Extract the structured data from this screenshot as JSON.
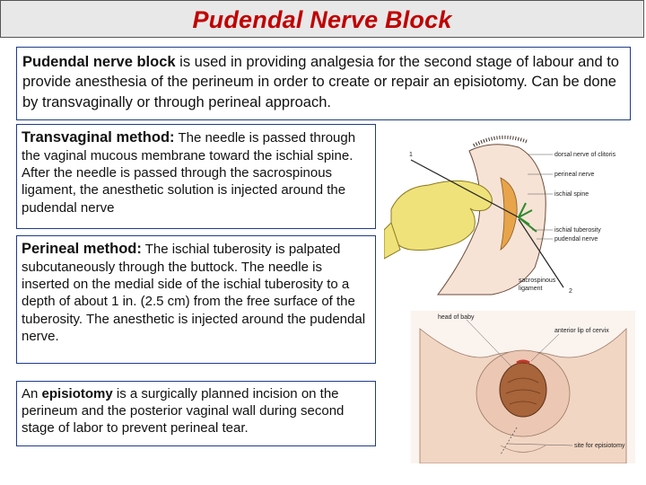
{
  "title": "Pudendal Nerve Block",
  "intro": {
    "term": "Pudendal nerve block",
    "text": " is used in providing analgesia for the second stage of labour and to provide anesthesia of the perineum in order to create or repair an episiotomy.  Can be done by transvaginally or through perineal approach."
  },
  "transvaginal": {
    "heading": "Transvaginal method:",
    "text": " The needle is passed through the vaginal mucous membrane toward the ischial spine. After the needle is passed through the sacrospinous ligament, the anesthetic solution is injected around the pudendal nerve"
  },
  "perineal": {
    "heading": "Perineal method:",
    "text": " The ischial tuberosity is palpated subcutaneously through the buttock. The needle is inserted on the medial side of the ischial tuberosity to a depth of about 1 in. (2.5 cm) from the free surface of the tuberosity. The anesthetic is injected around the pudendal nerve."
  },
  "episiotomy": {
    "prefix": "An ",
    "term": "episiotomy",
    "text": " is a surgically planned incision on the perineum and the posterior vaginal wall during second stage of labor to prevent perineal tear."
  },
  "figure1": {
    "labels": {
      "dorsal_nerve": "dorsal nerve of clitoris",
      "perineal_nerve": "perineal nerve",
      "ischial_spine": "ischial spine",
      "ischial_tuberosity": "ischial tuberosity",
      "pudendal_nerve": "pudendal nerve",
      "sacrospinous_1": "sacrospinous",
      "sacrospinous_2": "ligament",
      "num1": "1",
      "num2": "2"
    }
  },
  "figure2": {
    "labels": {
      "head_of_baby": "head of baby",
      "anterior_lip": "anterior lip of cervix",
      "site_episiotomy": "site for episiotomy"
    }
  },
  "colors": {
    "title": "#c00000",
    "border": "#1f3c88",
    "glove": "#efe27a",
    "tissue": "#f2d6c4"
  }
}
